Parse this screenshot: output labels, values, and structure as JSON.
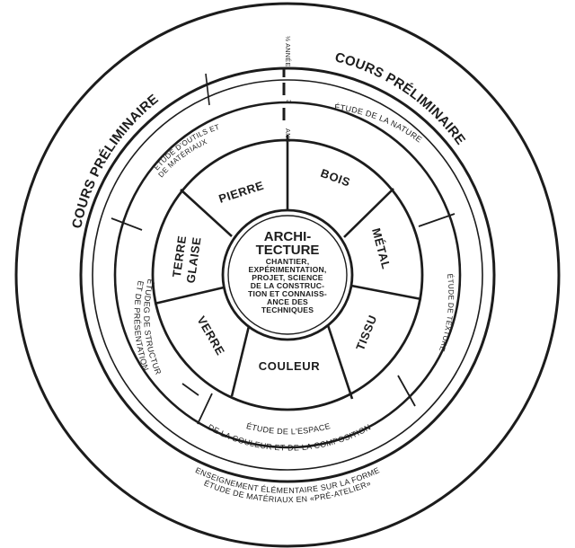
{
  "outer_ring": {
    "left_label": "COURS PRÉLIMINAIRE",
    "right_label": "COURS PRÉLIMINAIRE"
  },
  "durations": {
    "half_year": "½ ANNÉE",
    "three_years": "3",
    "years_word": "ANS"
  },
  "study_ring": {
    "tools": [
      "ÉTUDE D'OUTILS ET",
      "DE MATÉRIAUX"
    ],
    "nature": "ÉTUDE DE LA NATURE",
    "texture": "ÉTUDE DE TEXTURE",
    "structure": [
      "ÉTUDEG DE STRUCTURE",
      "ET DE PRÉSENTATION"
    ],
    "space": [
      "ÉTUDE DE L'ESPACE",
      "DE LA COULEUR ET DE LA COMPOSITION"
    ]
  },
  "materials": {
    "pierre": "PIERRE",
    "bois": "BOIS",
    "metal": "MÉTAL",
    "tissu": "TISSU",
    "couleur": "COULEUR",
    "verre": "VERRE",
    "terre": [
      "TERRE",
      "GLAISE"
    ]
  },
  "center": {
    "title": [
      "ARCHI-",
      "TECTURE"
    ],
    "lines": [
      "CHANTIER,",
      "EXPÉRIMENTATION,",
      "PROJET, SCIENCE",
      "DE LA CONSTRUC-",
      "TION ET CONNAISS-",
      "ANCE DES",
      "TECHNIQUES"
    ]
  },
  "footer": {
    "lines": [
      "ENSEIGNEMENT ÉLÉMENTAIRE SUR LA FORME",
      "ÉTUDE DE MATÉRIAUX EN «PRÉ-ATELIER»"
    ]
  }
}
